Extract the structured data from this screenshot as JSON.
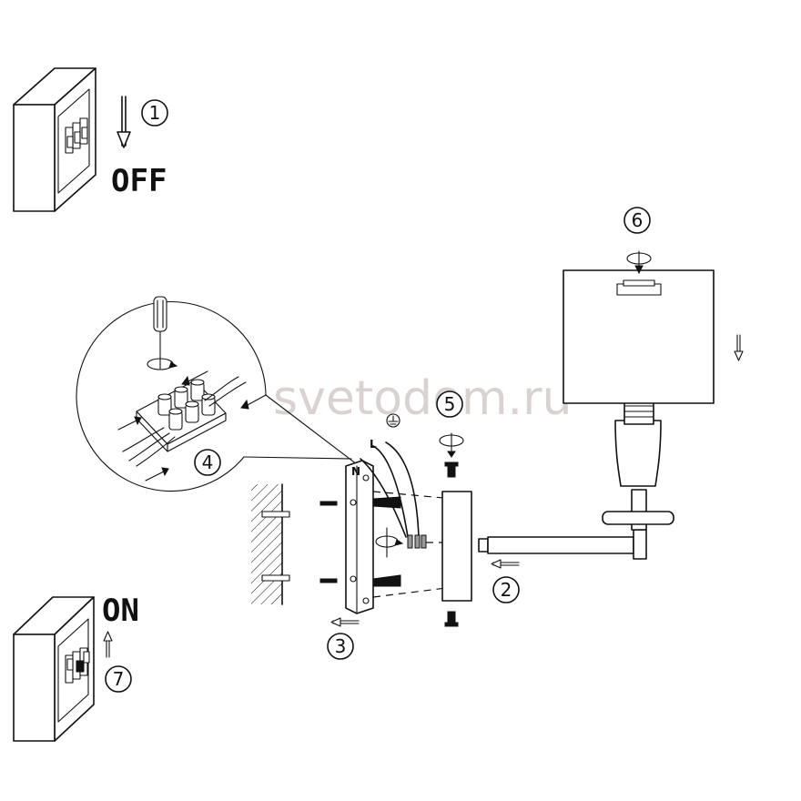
{
  "watermark": "svetodom.ru",
  "labels": {
    "off": "OFF",
    "on": "ON",
    "terminal_n": "N",
    "terminal_l": "L"
  },
  "steps": [
    "1",
    "2",
    "3",
    "4",
    "5",
    "6",
    "7"
  ],
  "colors": {
    "line": "#111111",
    "background": "#ffffff",
    "watermark": "#d9d2d0"
  }
}
